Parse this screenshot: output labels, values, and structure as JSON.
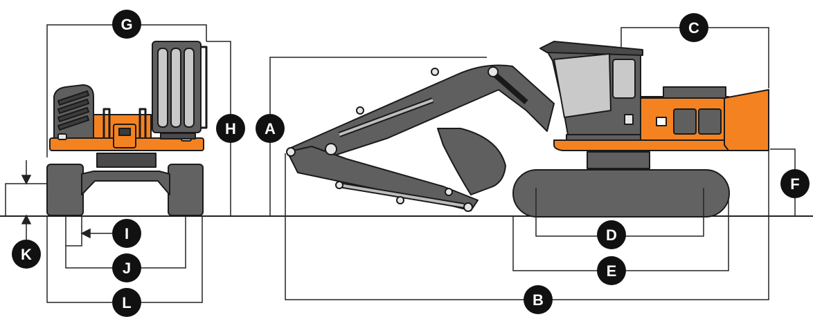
{
  "colors": {
    "orange": "#F58220",
    "orange_dark": "#C85F0C",
    "machine_gray": "#5F5F5F",
    "machine_dark": "#3C3C3C",
    "track_gray": "#626262",
    "cab_window": "#C9C9C9",
    "outline": "#1a1a1a",
    "dimension_line": "#222222",
    "badge_fill": "#111111",
    "badge_text": "#ffffff"
  },
  "badges": {
    "A": "A",
    "B": "B",
    "C": "C",
    "D": "D",
    "E": "E",
    "F": "F",
    "G": "G",
    "H": "H",
    "I": "I",
    "J": "J",
    "K": "K",
    "L": "L"
  }
}
